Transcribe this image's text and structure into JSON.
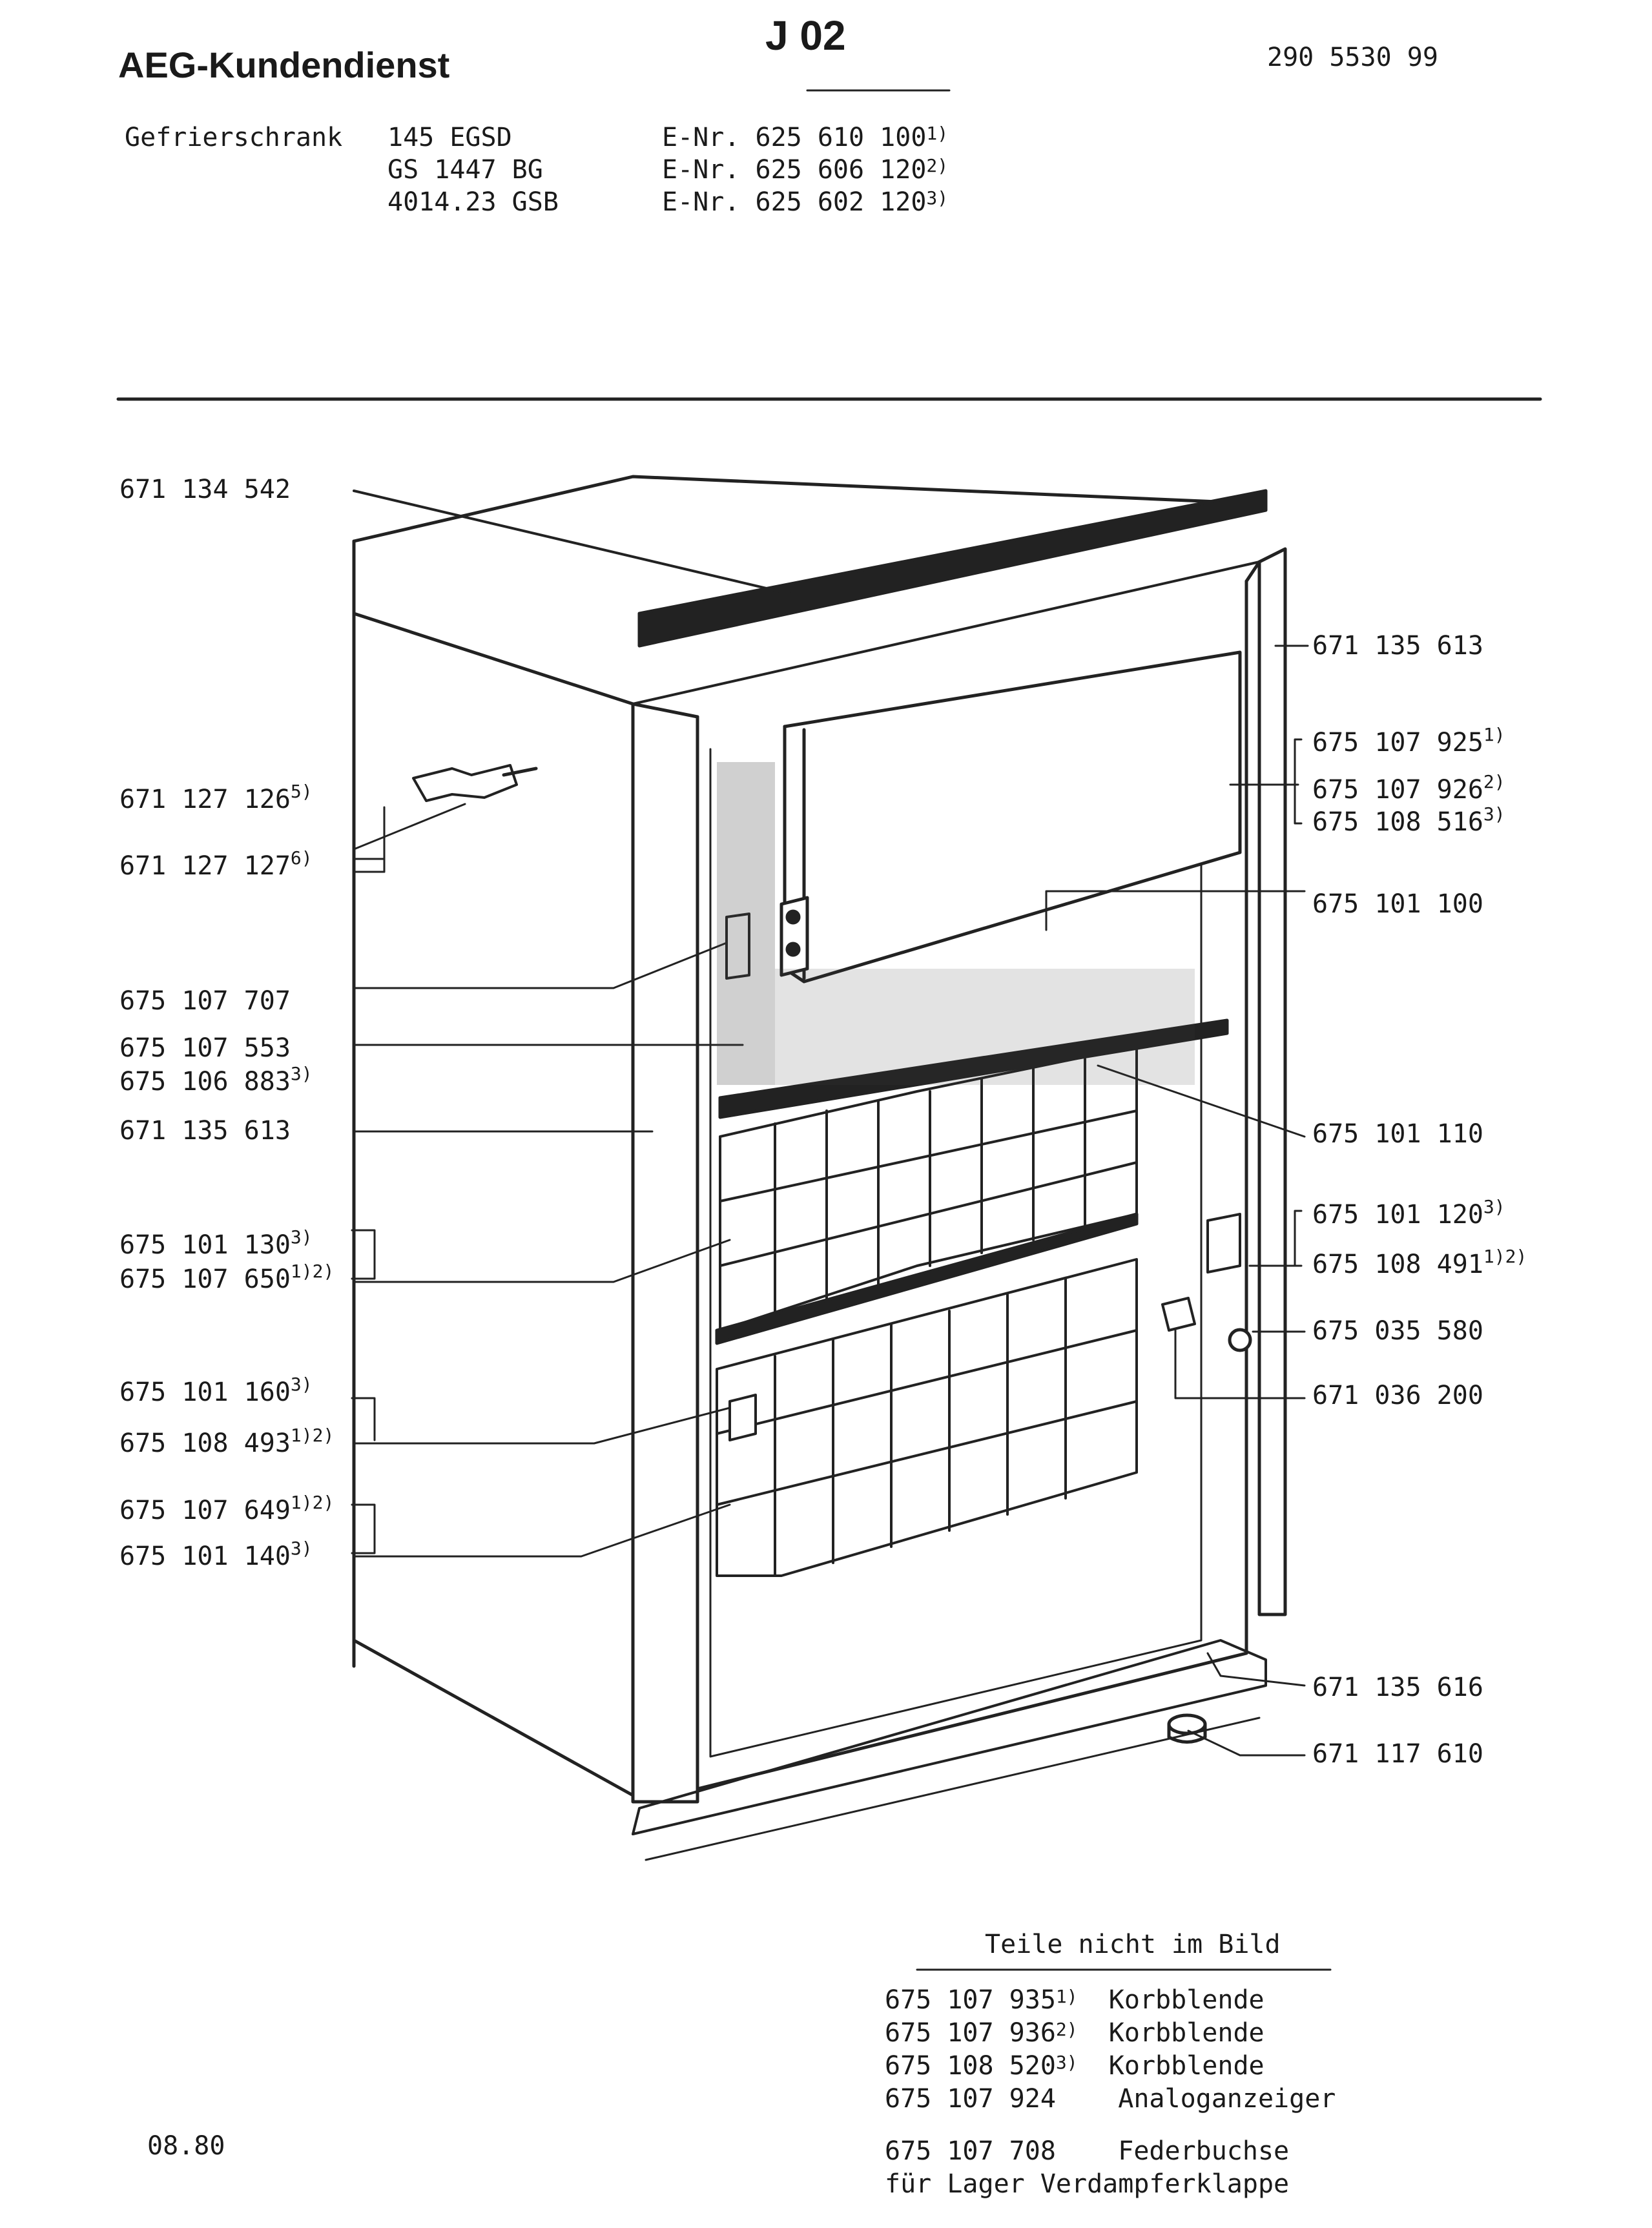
{
  "header": {
    "brand": "AEG-Kundendienst",
    "code": "J 02",
    "doc_number": "290 5530 99"
  },
  "models": {
    "type": "Gefrierschrank",
    "rows": [
      {
        "model": "145 EGSD",
        "enr": "E-Nr. 625 610 100",
        "note": "1)"
      },
      {
        "model": "GS 1447 BG",
        "enr": "E-Nr. 625 606 120",
        "note": "2)"
      },
      {
        "model": "4014.23 GSB",
        "enr": "E-Nr. 625 602 120",
        "note": "3)"
      }
    ]
  },
  "labels_left": [
    {
      "id": "l1",
      "num": "671 134 542",
      "note": ""
    },
    {
      "id": "l2",
      "num": "671 127 126",
      "note": "5)"
    },
    {
      "id": "l3",
      "num": "671 127 127",
      "note": "6)"
    },
    {
      "id": "l4",
      "num": "675 107 707",
      "note": ""
    },
    {
      "id": "l5",
      "num": "675 107 553",
      "note": ""
    },
    {
      "id": "l6",
      "num": "675 106 883",
      "note": "3)"
    },
    {
      "id": "l7",
      "num": "671 135 613",
      "note": ""
    },
    {
      "id": "l8",
      "num": "675 101 130",
      "note": "3)"
    },
    {
      "id": "l9",
      "num": "675 107 650",
      "note": "1)2)"
    },
    {
      "id": "l10",
      "num": "675 101 160",
      "note": "3)"
    },
    {
      "id": "l11",
      "num": "675 108 493",
      "note": "1)2)"
    },
    {
      "id": "l12",
      "num": "675 107 649",
      "note": "1)2)"
    },
    {
      "id": "l13",
      "num": "675 101 140",
      "note": "3)"
    }
  ],
  "labels_right": [
    {
      "id": "r1",
      "num": "671 135 613",
      "note": ""
    },
    {
      "id": "r2",
      "num": "675 107 925",
      "note": "1)"
    },
    {
      "id": "r3",
      "num": "675 107 926",
      "note": "2)"
    },
    {
      "id": "r4",
      "num": "675 108 516",
      "note": "3)"
    },
    {
      "id": "r5",
      "num": "675 101 100",
      "note": ""
    },
    {
      "id": "r6",
      "num": "675 101 110",
      "note": ""
    },
    {
      "id": "r7",
      "num": "675 101 120",
      "note": "3)"
    },
    {
      "id": "r8",
      "num": "675 108 491",
      "note": "1)2)"
    },
    {
      "id": "r9",
      "num": "675 035 580",
      "note": ""
    },
    {
      "id": "r10",
      "num": "671 036 200",
      "note": ""
    },
    {
      "id": "r11",
      "num": "671 135 616",
      "note": ""
    },
    {
      "id": "r12",
      "num": "671 117 610",
      "note": ""
    }
  ],
  "parts_not_shown": {
    "title": "Teile nicht im Bild",
    "rows": [
      {
        "num": "675 107 935",
        "note": "1)",
        "desc": "Korbblende"
      },
      {
        "num": "675 107 936",
        "note": "2)",
        "desc": "Korbblende"
      },
      {
        "num": "675 108 520",
        "note": "3)",
        "desc": "Korbblende"
      },
      {
        "num": "675 107 924",
        "note": "",
        "desc": "Analoganzeiger"
      },
      {
        "num": "675 107 708",
        "note": "",
        "desc": "Federbuchse"
      }
    ],
    "footer_line": "für Lager Verdampferklappe"
  },
  "date": "08.80"
}
